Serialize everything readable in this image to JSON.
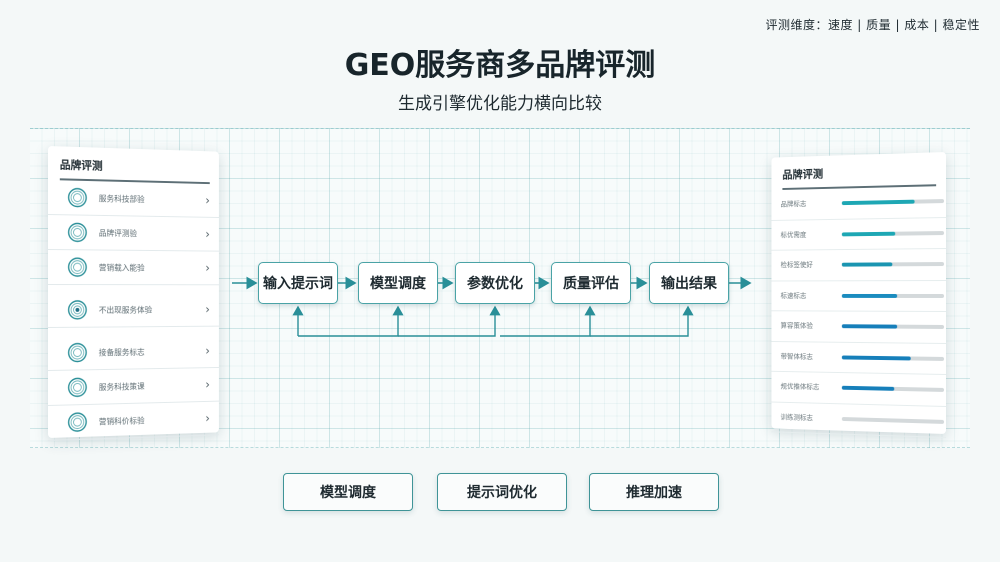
{
  "header": {
    "dimensions": "评测维度：速度 | 质量 | 成本 | 稳定性",
    "title": "GEO服务商多品牌评测",
    "subtitle": "生成引擎优化能力横向比较"
  },
  "left_panel": {
    "title": "品牌评测",
    "items": [
      {
        "label": "服务科技部验",
        "icon": "ring-icon",
        "chevron": "›"
      },
      {
        "label": "品牌评测验",
        "icon": "ring-icon",
        "chevron": "›"
      },
      {
        "label": "营销载入能验",
        "icon": "ring-icon",
        "chevron": "›"
      },
      {
        "label": "不出现服务体验",
        "icon": "ring-icon",
        "chevron": "›"
      },
      {
        "label": "接备服务标志",
        "icon": "ring-icon",
        "chevron": "›"
      },
      {
        "label": "服务科技策课",
        "icon": "ring-icon",
        "chevron": "›"
      },
      {
        "label": "营销科价标验",
        "icon": "ring-icon",
        "chevron": "›"
      }
    ]
  },
  "right_panel": {
    "title": "品牌评测",
    "items": [
      {
        "label": "品牌标志",
        "value": 0.72,
        "color": "#1ea7b4"
      },
      {
        "label": "标优需度",
        "value": 0.53,
        "color": "#1ea7b4"
      },
      {
        "label": "检标签使好",
        "value": 0.5,
        "color": "#1b95b1"
      },
      {
        "label": "标速标志",
        "value": 0.55,
        "color": "#1b8cbf"
      },
      {
        "label": "算容策体验",
        "value": 0.55,
        "color": "#167fba"
      },
      {
        "label": "带智体标志",
        "value": 0.68,
        "color": "#167fba"
      },
      {
        "label": "规优推体标志",
        "value": 0.52,
        "color": "#167fba"
      },
      {
        "label": "训练测标志",
        "value": 0.0,
        "color": "#167fba"
      }
    ]
  },
  "flow": {
    "steps": [
      "输入提示词",
      "模型调度",
      "参数优化",
      "质量评估",
      "输出结果"
    ]
  },
  "bottom_buttons": [
    "模型调度",
    "提示词优化",
    "推理加速"
  ],
  "colors": {
    "accent": "#2a8f98",
    "bar_track": "#d4d9db",
    "title": "#18252b"
  }
}
